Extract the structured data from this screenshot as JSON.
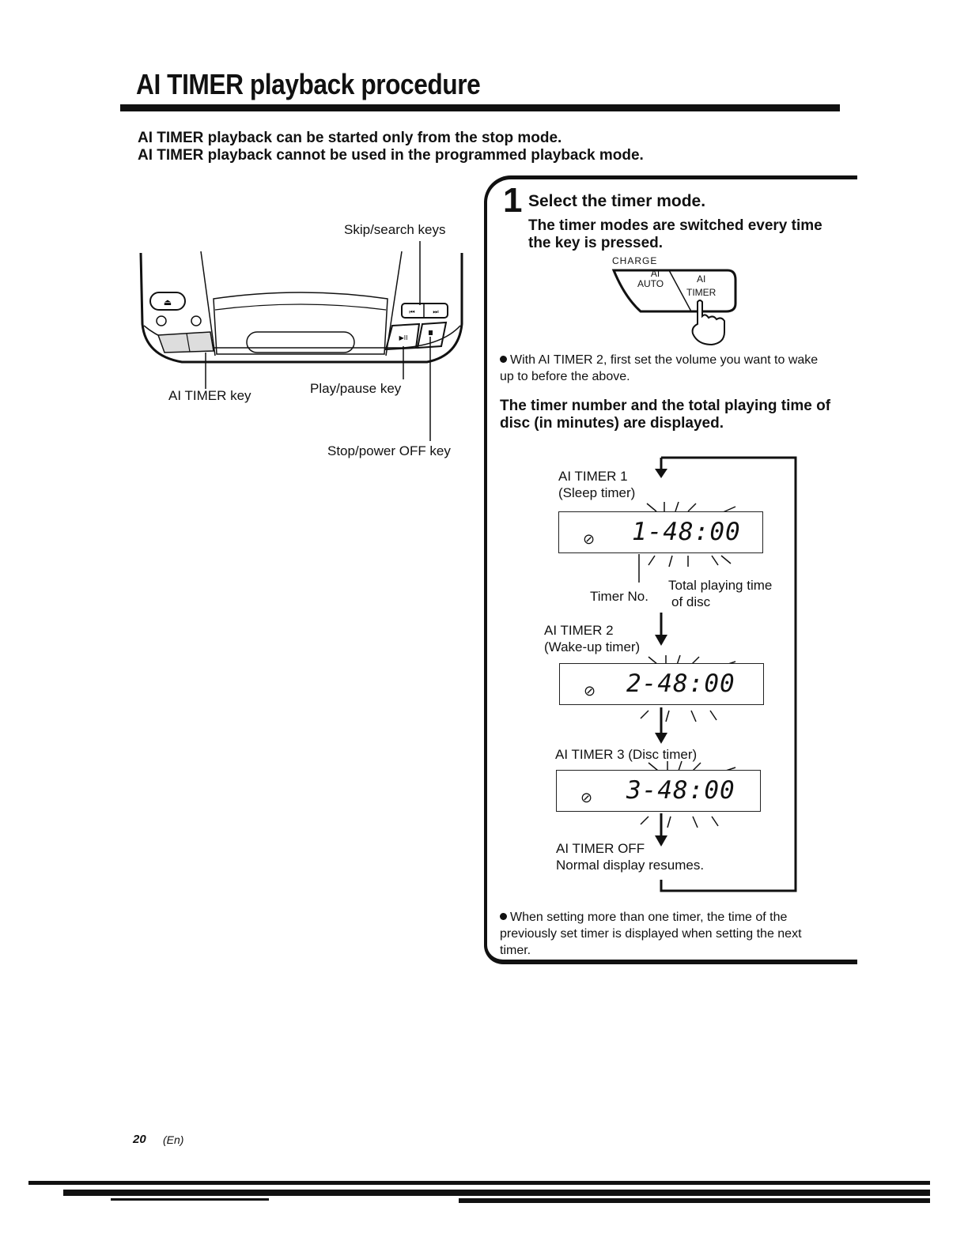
{
  "title": "AI TIMER playback procedure",
  "intro": {
    "line1": "AI TIMER playback can be started only from the stop mode.",
    "line2": "AI TIMER playback cannot be used in the programmed playback mode."
  },
  "device_labels": {
    "skip_search": "Skip/search keys",
    "ai_timer_key": "AI TIMER key",
    "play_pause": "Play/pause key",
    "stop_power": "Stop/power OFF key"
  },
  "step": {
    "number": "1",
    "title": "Select the timer mode.",
    "desc": "The timer modes are switched every time the key is pressed.",
    "switch": {
      "top_label": "CHARGE",
      "left_line1": "AI",
      "left_line2": "AUTO",
      "right_line1": "AI",
      "right_line2": "TIMER"
    },
    "note1": "With AI TIMER 2, first set the volume you want to wake up to before the above.",
    "bold_info": "The timer number and the total playing time of disc (in minutes) are displayed.",
    "timers": [
      {
        "name": "AI TIMER 1",
        "desc": "(Sleep timer)",
        "display": "1-48:00"
      },
      {
        "name": "AI TIMER 2",
        "desc": "(Wake-up timer)",
        "display": "2-48:00"
      },
      {
        "name": "AI TIMER 3 (Disc timer)",
        "desc": "",
        "display": "3-48:00"
      }
    ],
    "timer_no_label": "Timer No.",
    "total_time_line1": "Total playing time",
    "total_time_line2": "of disc",
    "off_name": "AI TIMER OFF",
    "off_desc": "Normal display resumes.",
    "note2": "When setting more than one timer, the time of the previously set timer is displayed when setting the next timer."
  },
  "footer": {
    "page": "20",
    "lang": "(En)"
  }
}
